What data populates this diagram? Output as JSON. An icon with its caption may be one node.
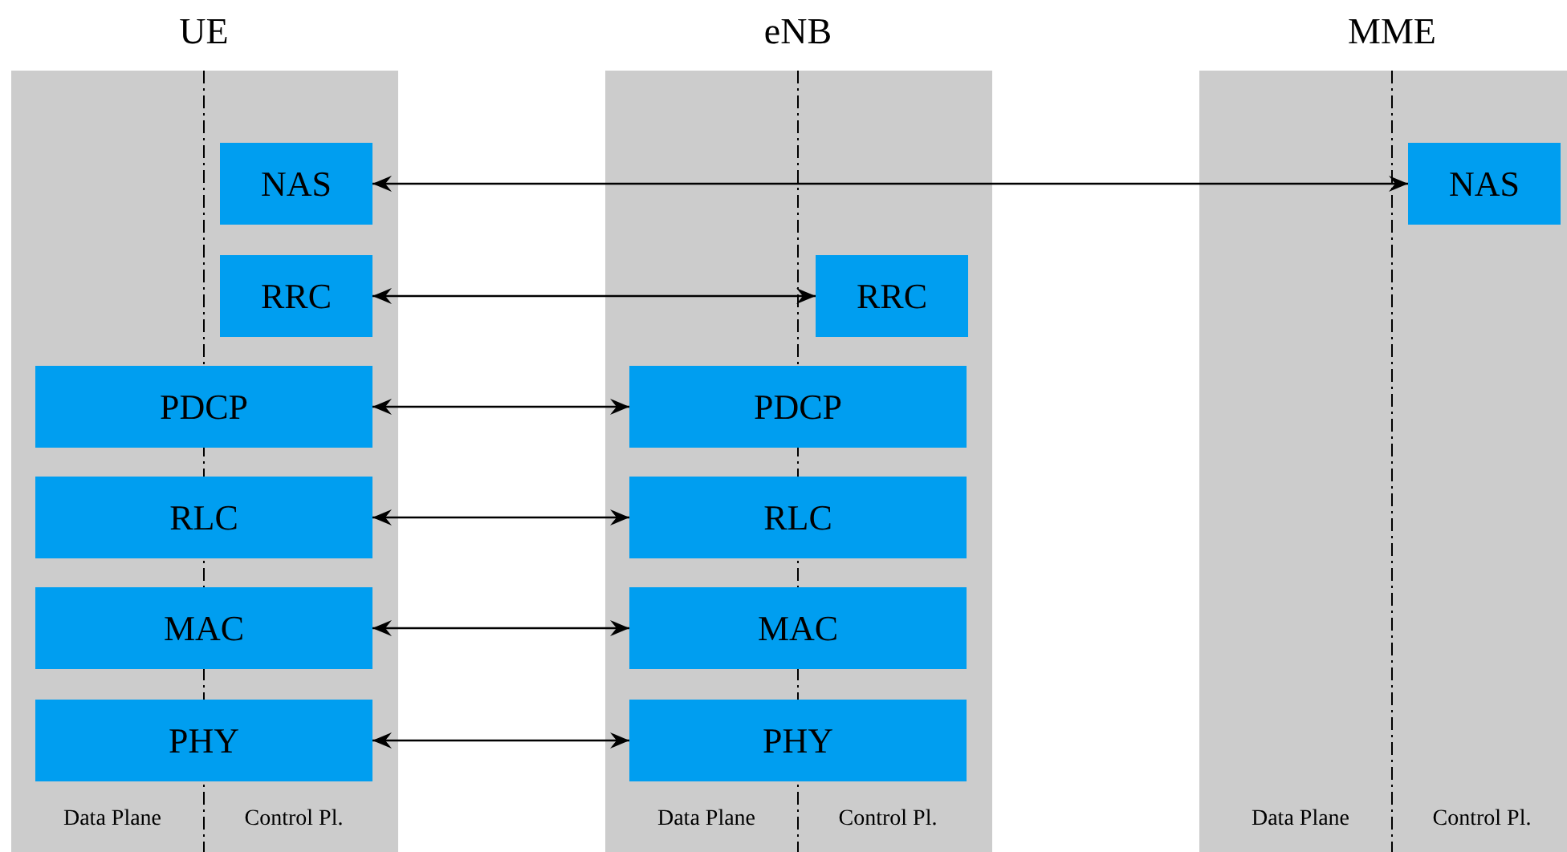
{
  "diagram": {
    "nodes": [
      {
        "text": [
          "UE",
          "Data Plane",
          "Control Pl."
        ]
      },
      {
        "text": [
          "NAS"
        ],
        "in": 0
      },
      {
        "text": [
          "RRC"
        ],
        "in": 0
      },
      {
        "text": [
          "PDCP"
        ],
        "in": 0
      },
      {
        "text": [
          "RLC"
        ],
        "in": 0
      },
      {
        "text": [
          "MAC"
        ],
        "in": 0
      },
      {
        "text": [
          "PHY"
        ],
        "in": 0
      },
      {
        "text": [
          "eNB",
          "Data Plane",
          "Control Pl."
        ]
      },
      {
        "text": [
          "RRC"
        ],
        "in": 7
      },
      {
        "text": [
          "PDCP"
        ],
        "in": 7
      },
      {
        "text": [
          "RLC"
        ],
        "in": 7
      },
      {
        "text": [
          "MAC"
        ],
        "in": 7
      },
      {
        "text": [
          "PHY"
        ],
        "in": 7
      },
      {
        "text": [
          "MME",
          "Data Plane",
          "Control Pl."
        ]
      },
      {
        "text": [
          "NAS"
        ],
        "in": 13
      }
    ],
    "edges": [
      {
        "from": 1,
        "to": 14,
        "arrow": "both"
      },
      {
        "from": 2,
        "to": 8,
        "arrow": "both"
      },
      {
        "from": 3,
        "to": 9,
        "arrow": "both"
      },
      {
        "from": 4,
        "to": 10,
        "arrow": "both"
      },
      {
        "from": 5,
        "to": 11,
        "arrow": "both"
      },
      {
        "from": 6,
        "to": 12,
        "arrow": "both"
      }
    ]
  }
}
